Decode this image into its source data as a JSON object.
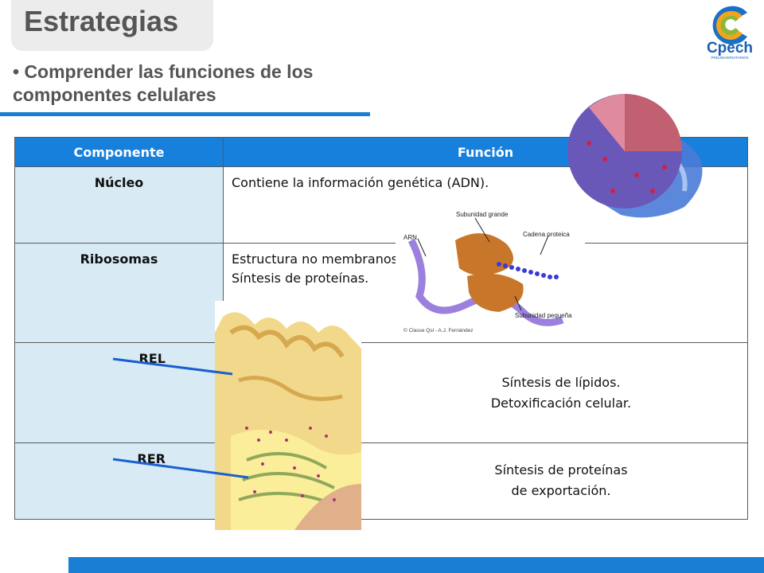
{
  "slide": {
    "title": "Estrategias",
    "subtitle": "• Comprender las funciones de los componentes celulares"
  },
  "logo": {
    "text": "Cpech",
    "tagline": "PREUNIVERSITARIOS",
    "icon": "cpech-logo-icon"
  },
  "table": {
    "headers": [
      "Componente",
      "Función"
    ],
    "rows": [
      {
        "component": "Núcleo",
        "function_lines": [
          "Contiene la información genética (ADN)."
        ]
      },
      {
        "component": "Ribosomas",
        "function_lines": [
          "Estructura no membranosa.",
          "Síntesis de proteínas."
        ]
      },
      {
        "component": "REL",
        "function_lines": [
          "Síntesis de lípidos.",
          "Detoxificación celular."
        ]
      },
      {
        "component": "RER",
        "function_lines": [
          "Síntesis de proteínas",
          "de exportación."
        ]
      }
    ]
  },
  "ribosome_figure": {
    "labels": {
      "large_subunit": "Subunidad grande",
      "chain": "Cadena proteica",
      "rna": "ARN",
      "small_subunit": "Subunidad pequeña",
      "credit": "© Classe Qsl - A.J. Fernández"
    }
  },
  "colors": {
    "accent_blue": "#1a7fd4",
    "header_blue": "#1680dc",
    "component_cell": "#d8ebf5",
    "title_gray": "#555555"
  }
}
